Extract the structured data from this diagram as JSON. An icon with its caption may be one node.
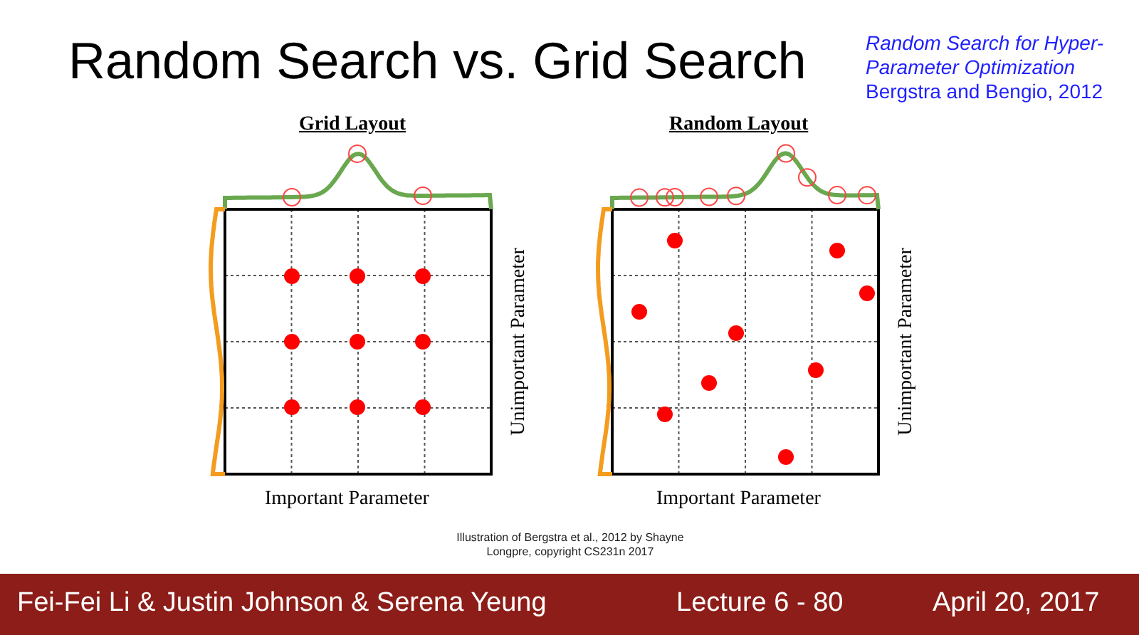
{
  "diagram": {
    "title": "Random Search vs. Grid Search",
    "labels": [
      "Random Search for Hyper-Parameter Optimization",
      "Bergstra and Bengio, 2012",
      "Grid Layout",
      "Random Layout",
      "Unimportant Parameter",
      "Important Parameter",
      "Unimportant Parameter",
      "Important Parameter",
      "Illustration of Bergstra et al., 2012 by Shayne Longpre, copyright CS231n 2017",
      "Fei-Fei Li & Justin Johnson & Serena Yeung",
      "Lecture 6 - 80",
      "April 20, 2017"
    ]
  }
}
